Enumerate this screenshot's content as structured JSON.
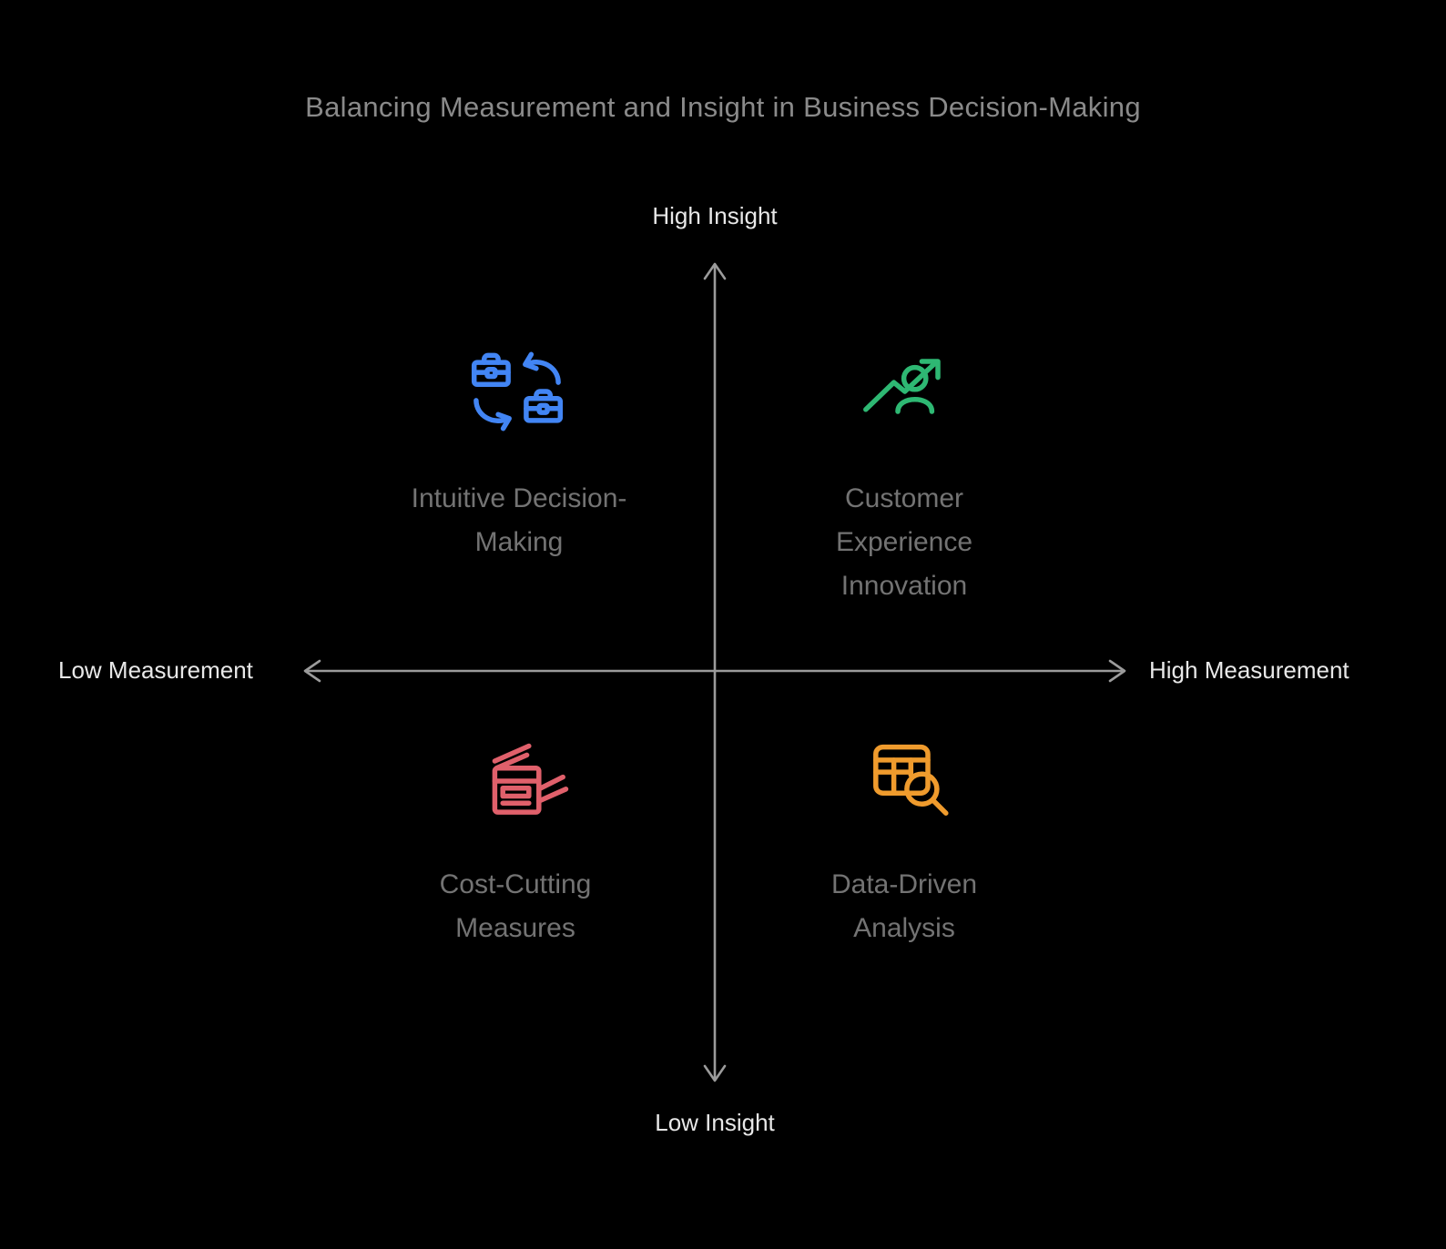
{
  "title": "Balancing Measurement and Insight in Business Decision-Making",
  "axes": {
    "top": "High Insight",
    "bottom": "Low Insight",
    "left": "Low Measurement",
    "right": "High Measurement"
  },
  "quadrants": [
    {
      "position": "top-left",
      "label": "Intuitive Decision-Making",
      "lines": [
        "Intuitive Decision-",
        "Making"
      ],
      "icon": "briefcase-swap-icon",
      "color_key": "blue"
    },
    {
      "position": "top-right",
      "label": "Customer Experience Innovation",
      "lines": [
        "Customer",
        "Experience",
        "Innovation"
      ],
      "icon": "person-growth-arrow-icon",
      "color_key": "green"
    },
    {
      "position": "bottom-left",
      "label": "Cost-Cutting Measures",
      "lines": [
        "Cost-Cutting",
        "Measures"
      ],
      "icon": "copier-machine-icon",
      "color_key": "red"
    },
    {
      "position": "bottom-right",
      "label": "Data-Driven Analysis",
      "lines": [
        "Data-Driven",
        "Analysis"
      ],
      "icon": "table-magnifier-icon",
      "color_key": "orange"
    }
  ],
  "colors": {
    "background": "#000000",
    "axis": "#9b9b9b",
    "title_text": "#8a8a8a",
    "axis_label_text": "#e8e8e8",
    "quadrant_label_text": "#737373",
    "blue": "#4285f4",
    "green": "#2eb873",
    "red": "#e0606b",
    "orange": "#ef9b2d"
  }
}
